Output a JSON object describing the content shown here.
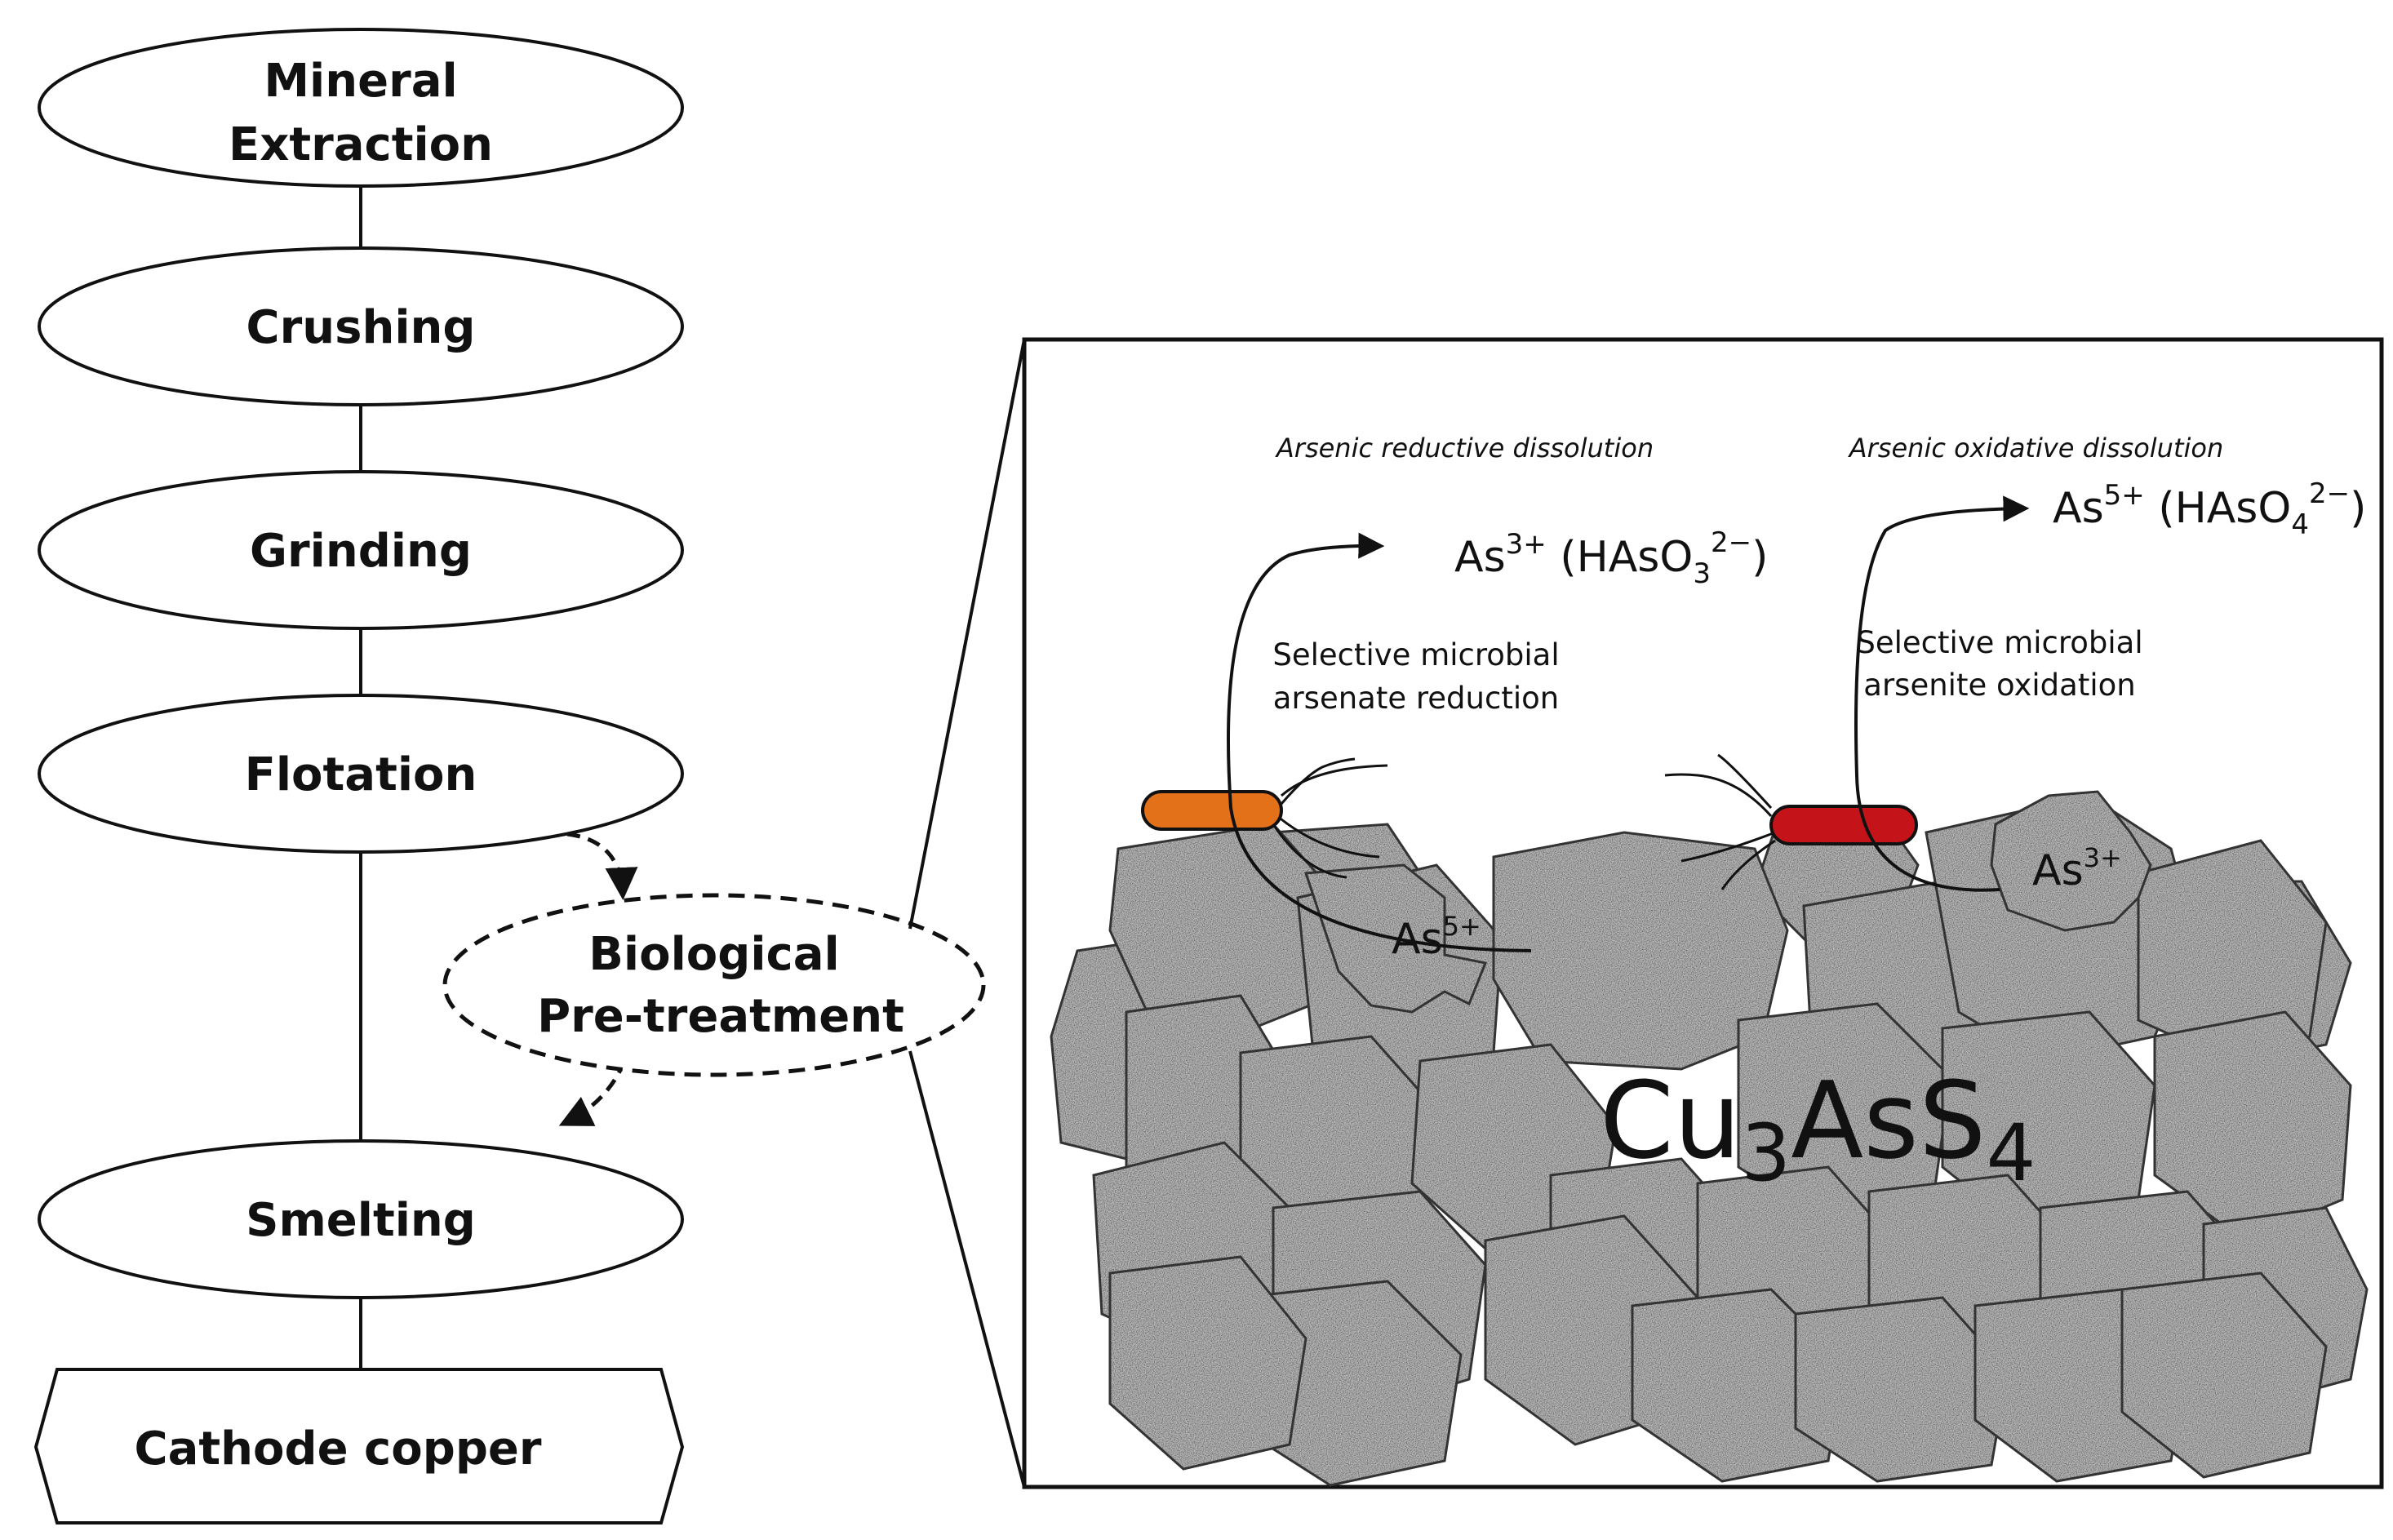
{
  "flowchart": {
    "steps": [
      {
        "lines": [
          "Mineral",
          "Extraction"
        ]
      },
      {
        "lines": [
          "Crushing"
        ]
      },
      {
        "lines": [
          "Grinding"
        ]
      },
      {
        "lines": [
          "Flotation"
        ]
      },
      {
        "lines": [
          "Smelting"
        ]
      }
    ],
    "optional_step": {
      "lines": [
        "Biological",
        "Pre-treatment"
      ]
    },
    "product": "Cathode copper"
  },
  "detail": {
    "mineral": {
      "base1": "Cu",
      "sub1": "3",
      "base2": "AsS",
      "sub2": "4"
    },
    "reductive": {
      "title": "Arsenic reductive dissolution",
      "process": [
        "Selective microbial",
        "arsenate reduction"
      ],
      "product": {
        "ion": "As",
        "charge": "3+",
        "open": " (HAsO",
        "sub": "3",
        "sup": "2−",
        "close": ")"
      },
      "surface_species": {
        "ion": "As",
        "charge": "5+"
      },
      "cell_color": "#e2711a"
    },
    "oxidative": {
      "title": "Arsenic oxidative dissolution",
      "process": [
        "Selective microbial",
        "arsenite oxidation"
      ],
      "product": {
        "ion": "As",
        "charge": "5+",
        "open": " (HAsO",
        "sub": "4",
        "sup": "2−",
        "close": ")"
      },
      "surface_species": {
        "ion": "As",
        "charge": "3+"
      },
      "cell_color": "#c4141a"
    }
  }
}
